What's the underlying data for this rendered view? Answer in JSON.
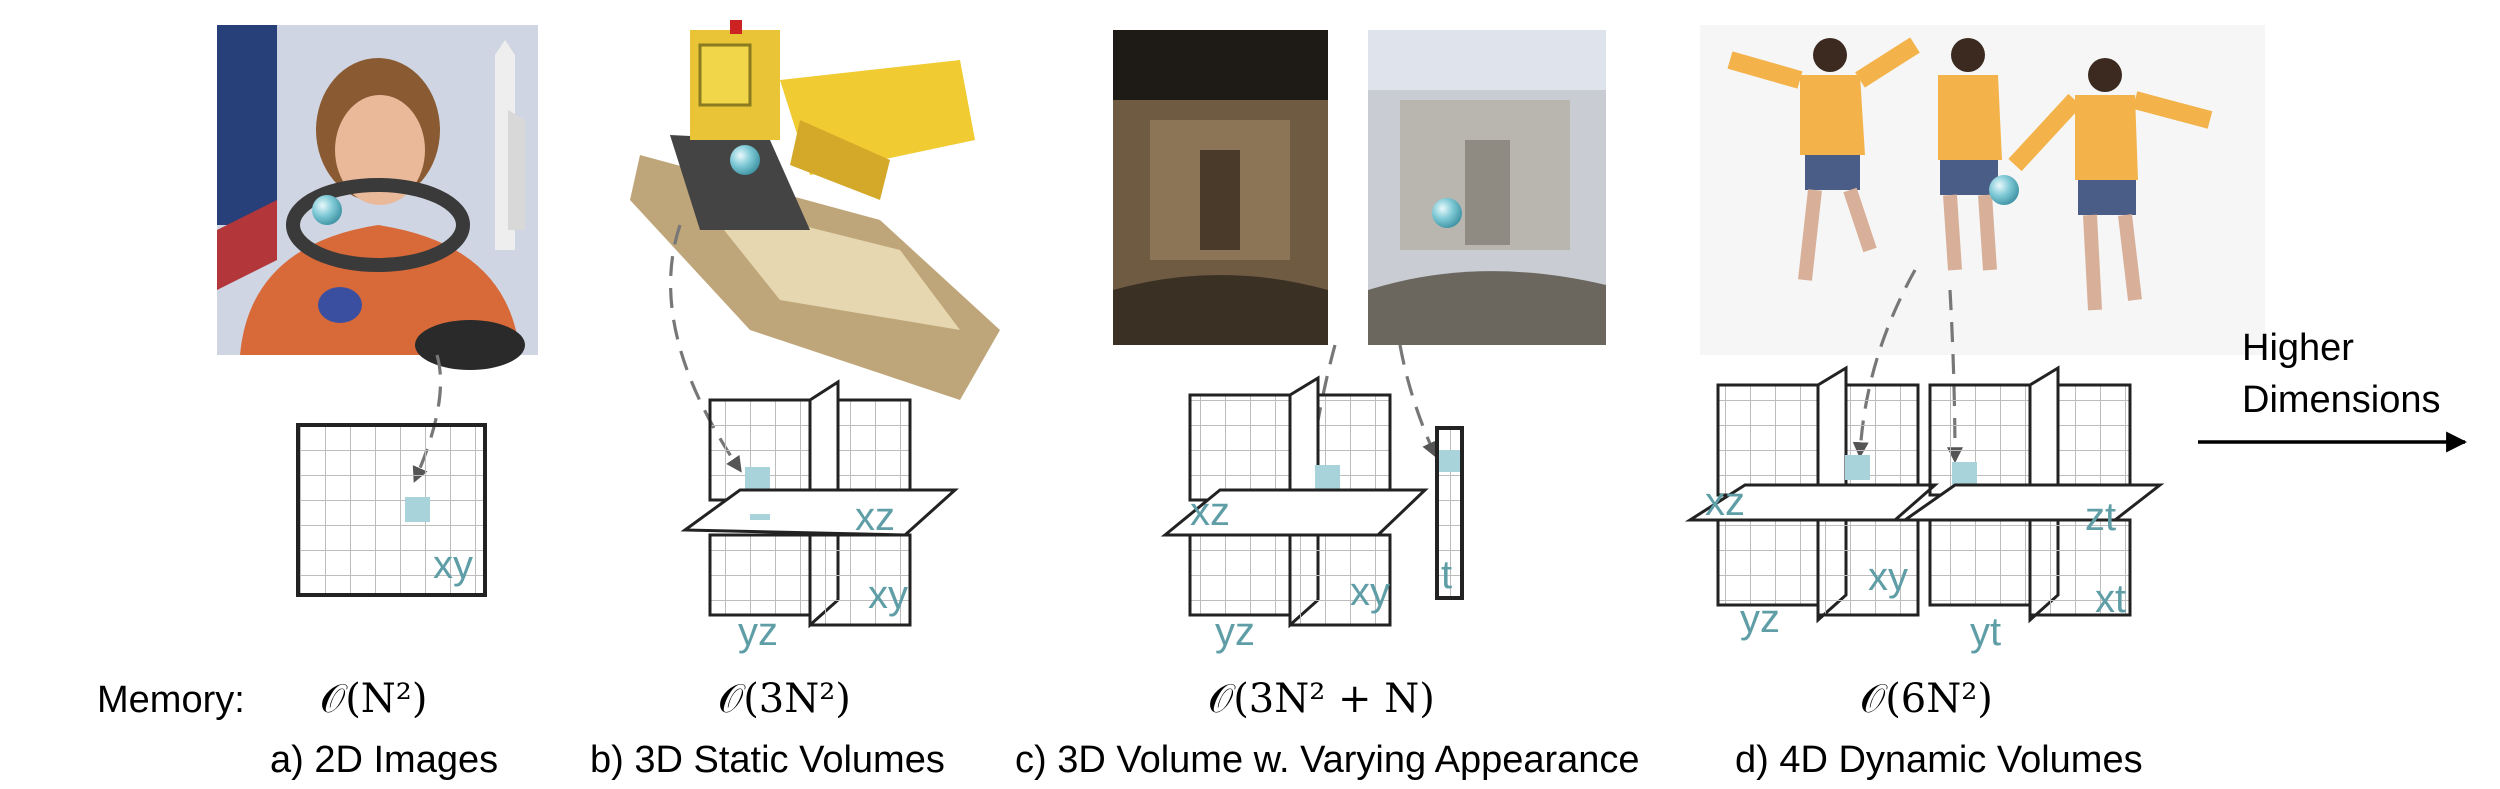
{
  "higher_dimensions": {
    "line1": "Higher",
    "line2": "Dimensions"
  },
  "memory_label": "Memory:",
  "colors": {
    "accent": "#5f9ea6",
    "cell_fill": "#a9d3da",
    "grid_line": "#bdbdbd",
    "sphere": "#7fc9d6"
  },
  "icons": [
    "astronaut-photo",
    "lego-bulldozer-render",
    "trevi-fountain-photo",
    "dancing-person-render",
    "query-point-icon"
  ],
  "panels": [
    {
      "caption": "a) 2D Images",
      "memory": "𝒪(N²)",
      "plane_labels": [
        "xy"
      ]
    },
    {
      "caption": "b) 3D Static Volumes",
      "memory": "𝒪(3N²)",
      "plane_labels": [
        "xz",
        "xy",
        "yz"
      ]
    },
    {
      "caption": "c) 3D Volume w. Varying Appearance",
      "memory": "𝒪(3N² + N)",
      "plane_labels": [
        "xz",
        "xy",
        "yz",
        "t"
      ]
    },
    {
      "caption": "d) 4D Dynamic Volumes",
      "memory": "𝒪(6N²)",
      "plane_labels": [
        "xz",
        "xy",
        "yz",
        "zt",
        "xt",
        "yt"
      ]
    }
  ]
}
